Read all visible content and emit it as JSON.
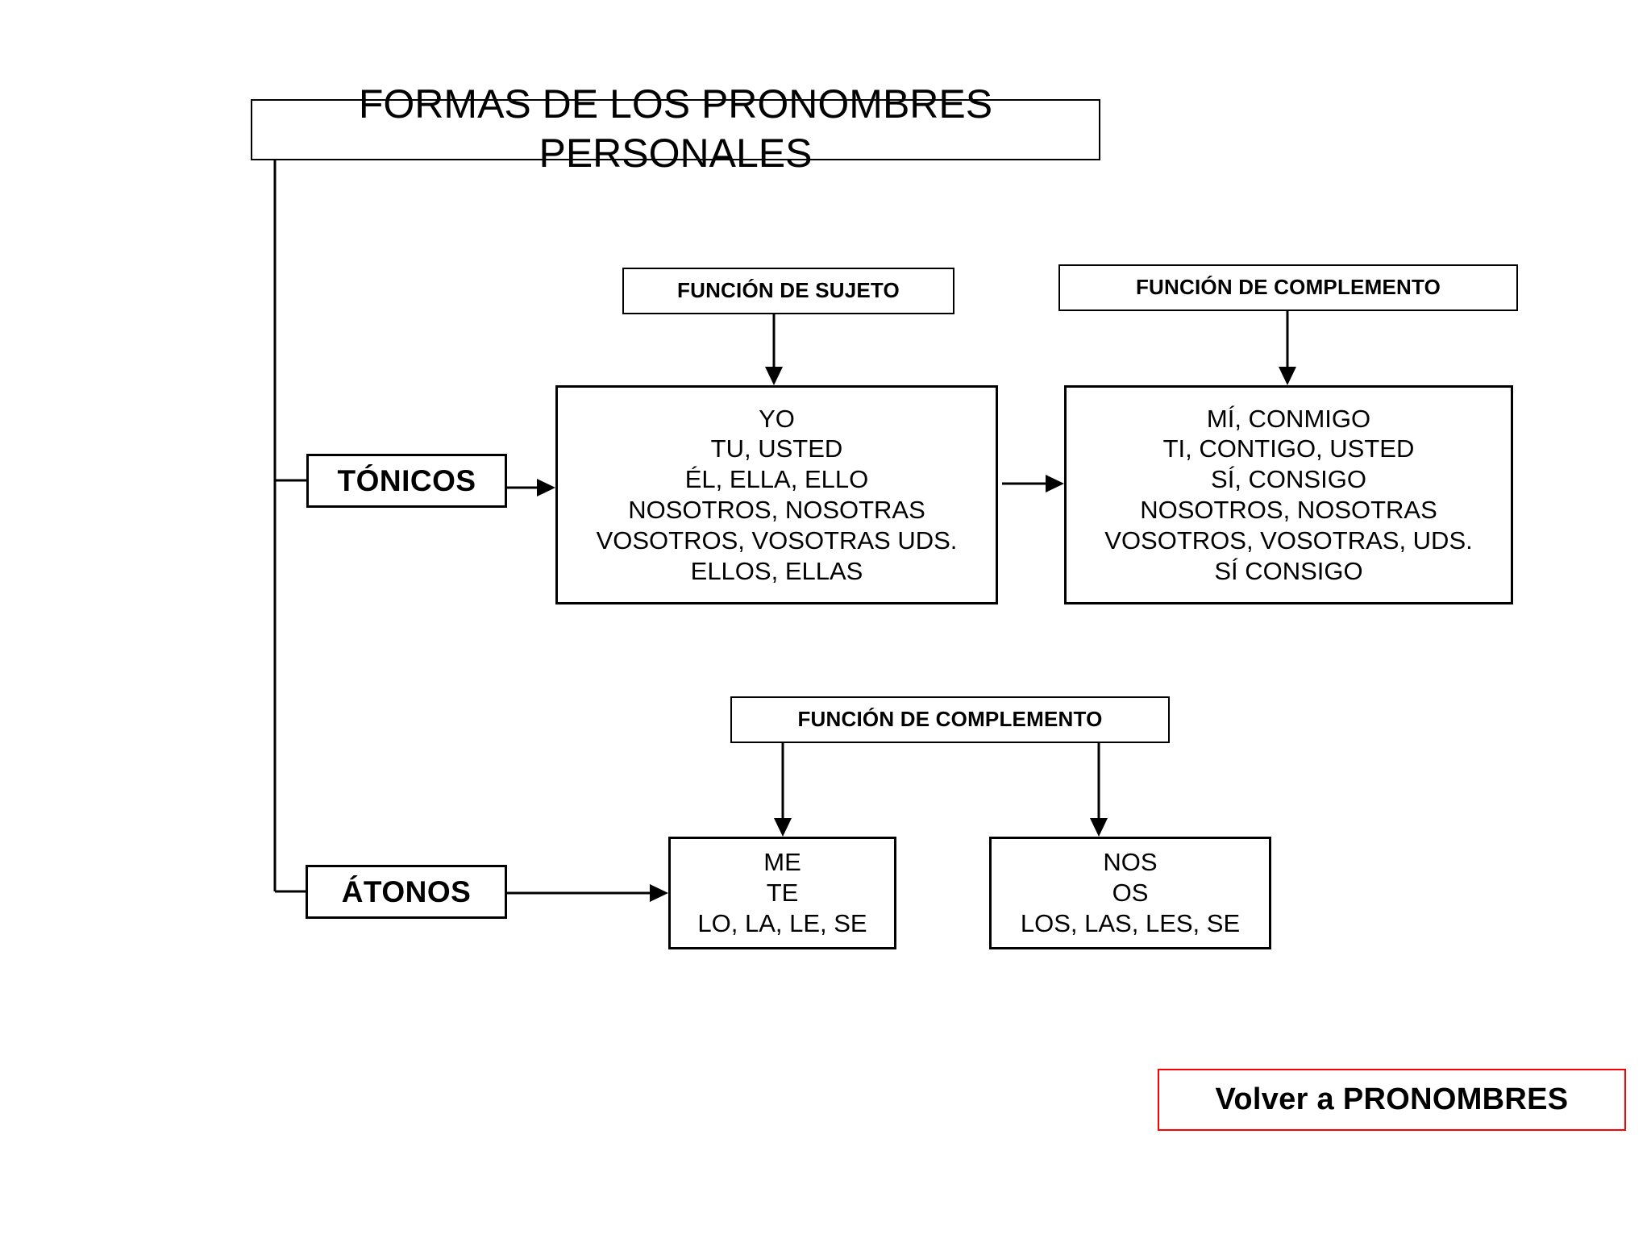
{
  "title": {
    "text": "FORMAS DE LOS PRONOMBRES PERSONALES"
  },
  "categories": {
    "tonicos": "TÓNICOS",
    "atonos": "ÁTONOS"
  },
  "headers": {
    "sujeto": "FUNCIÓN DE SUJETO",
    "complemento_top": "FUNCIÓN DE COMPLEMENTO",
    "complemento_bottom": "FUNCIÓN DE COMPLEMENTO"
  },
  "lists": {
    "tonicos_sujeto": "YO\nTU, USTED\nÉL, ELLA, ELLO\nNOSOTROS, NOSOTRAS\nVOSOTROS, VOSOTRAS UDS.\nELLOS, ELLAS",
    "tonicos_complemento": "MÍ, CONMIGO\nTI, CONTIGO, USTED\nSÍ, CONSIGO\nNOSOTROS, NOSOTRAS\nVOSOTROS, VOSOTRAS, UDS.\nSÍ CONSIGO",
    "atonos_singular": "ME\nTE\nLO, LA, LE, SE",
    "atonos_plural": "NOS\nOS\nLOS, LAS, LES, SE"
  },
  "list_items": {
    "tonicos_sujeto": [
      "YO",
      "TU, USTED",
      "ÉL, ELLA, ELLO",
      "NOSOTROS, NOSOTRAS",
      "VOSOTROS, VOSOTRAS UDS.",
      "ELLOS, ELLAS"
    ],
    "tonicos_complemento": [
      "MÍ, CONMIGO",
      "TI, CONTIGO, USTED",
      "SÍ, CONSIGO",
      "NOSOTROS, NOSOTRAS",
      "VOSOTROS, VOSOTRAS, UDS.",
      "SÍ CONSIGO"
    ],
    "atonos_singular": [
      "ME",
      "TE",
      "LO, LA, LE, SE"
    ],
    "atonos_plural": [
      "NOS",
      "OS",
      "LOS, LAS, LES, SE"
    ]
  },
  "back_button": {
    "label": "Volver a PRONOMBRES",
    "border_color": "#ff0000"
  },
  "colors": {
    "background": "#ffffff",
    "text": "#000000",
    "box_border": "#000000",
    "link_border": "#ff0000"
  }
}
